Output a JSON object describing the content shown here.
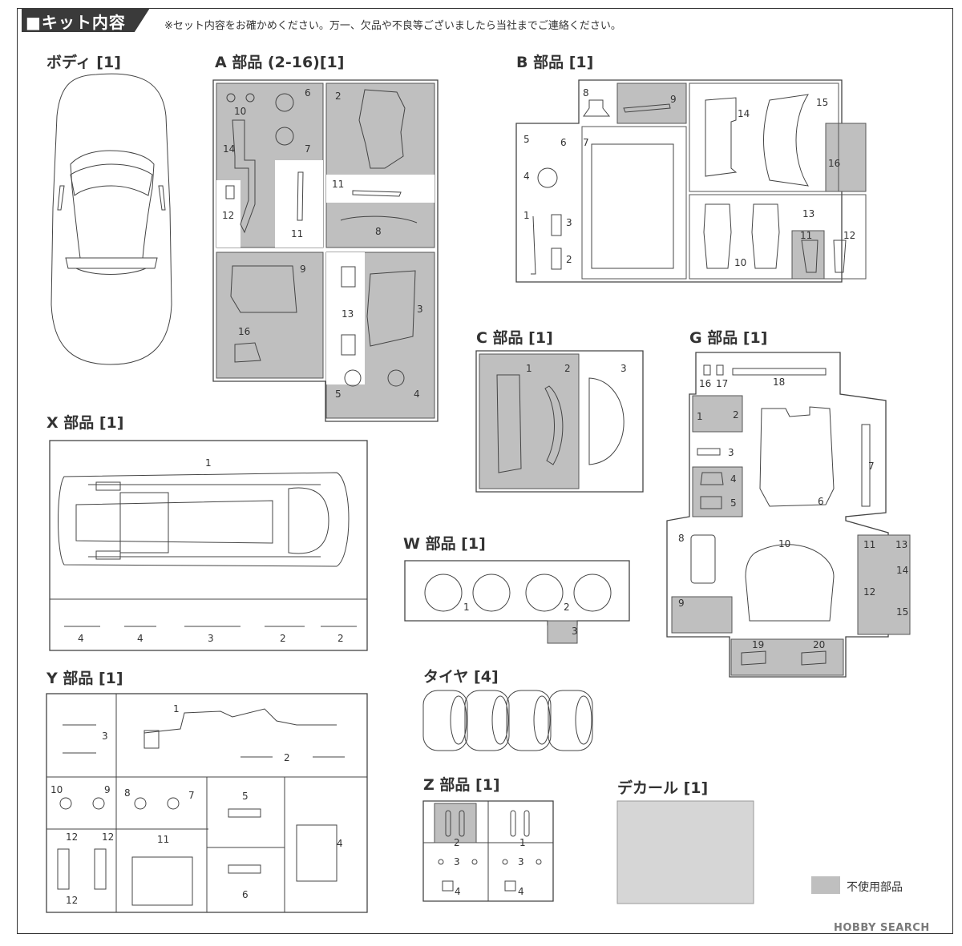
{
  "header": {
    "title": "■キット内容",
    "note": "※セット内容をお確かめください。万一、欠品や不良等ございましたら当社までご連絡ください。"
  },
  "sections": {
    "body": "ボディ [1]",
    "a": "A 部品 (2-16)[1]",
    "b": "B 部品 [1]",
    "c": "C 部品 [1]",
    "g": "G 部品 [1]",
    "x": "X 部品 [1]",
    "w": "W 部品 [1]",
    "y": "Y 部品 [1]",
    "tire": "タイヤ [4]",
    "z": "Z 部品 [1]",
    "decal": "デカール [1]"
  },
  "legend": {
    "unused": "不使用部品"
  },
  "watermark": "HOBBY SEARCH",
  "colors": {
    "unused": "#bfbfbf",
    "line": "#444444"
  },
  "part_numbers": {
    "a": [
      "6",
      "10",
      "7",
      "14",
      "2",
      "12",
      "11",
      "11",
      "8",
      "9",
      "16",
      "13",
      "3",
      "5",
      "4"
    ],
    "b": [
      "8",
      "9",
      "14",
      "15",
      "5",
      "6",
      "7",
      "4",
      "16",
      "1",
      "3",
      "2",
      "13",
      "11",
      "12",
      "10"
    ],
    "c": [
      "1",
      "2",
      "3"
    ],
    "g": [
      "16",
      "17",
      "18",
      "1",
      "2",
      "3",
      "4",
      "5",
      "7",
      "6",
      "8",
      "10",
      "9",
      "11",
      "13",
      "14",
      "12",
      "15",
      "19",
      "20"
    ],
    "x": [
      "1",
      "4",
      "4",
      "3",
      "2",
      "2"
    ],
    "w": [
      "1",
      "2",
      "3"
    ],
    "y": [
      "1",
      "3",
      "2",
      "10",
      "9",
      "8",
      "7",
      "5",
      "12",
      "11",
      "4",
      "12",
      "12",
      "6"
    ],
    "z": [
      "2",
      "1",
      "3",
      "3",
      "4",
      "4"
    ]
  }
}
